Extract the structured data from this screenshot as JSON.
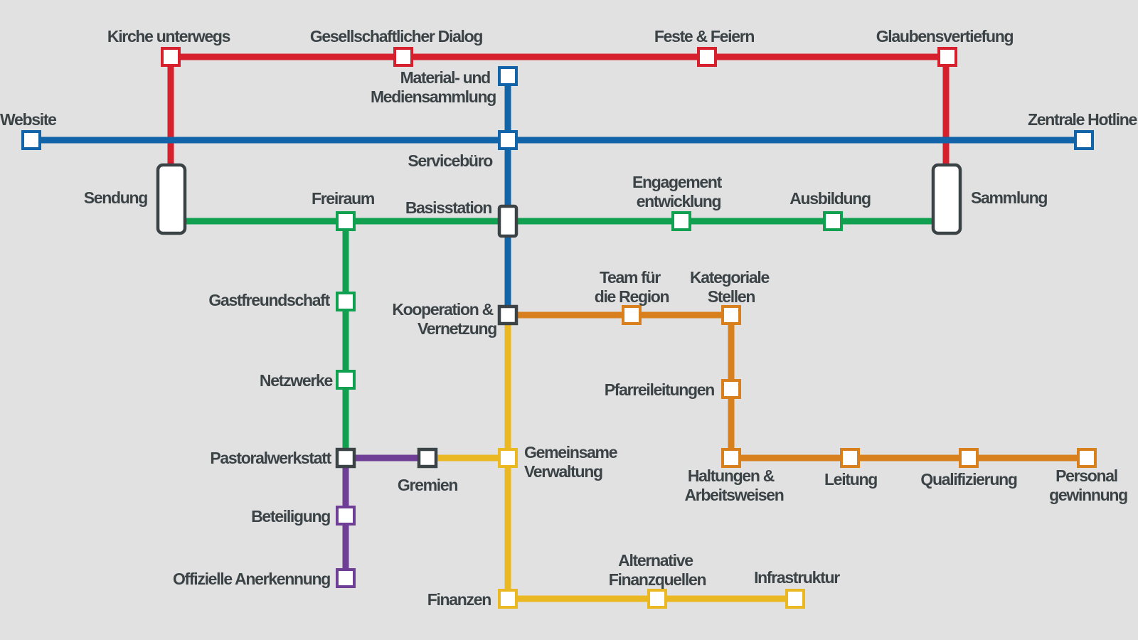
{
  "colors": {
    "background": "#e1e1e1",
    "red": "#d7202d",
    "blue": "#1264a9",
    "green": "#10a04f",
    "orange": "#d9801e",
    "yellow": "#e9b823",
    "purple": "#6f3f96",
    "hub": "#3b4346",
    "label": "#3b4346"
  },
  "stations": {
    "kirche_unterwegs": "Kirche unterwegs",
    "gesellschaftlicher_dialog": "Gesellschaftlicher Dialog",
    "feste_feiern": "Feste & Feiern",
    "glaubensvertiefung": "Glaubensvertiefung",
    "material": [
      "Material- und",
      "Mediensammlung"
    ],
    "website": "Website",
    "zentrale_hotline": "Zentrale Hotline",
    "servicebuero": "Servicebüro",
    "sendung": "Sendung",
    "freiraum": "Freiraum",
    "basisstation": "Basisstation",
    "engagement": [
      "Engagement",
      "entwicklung"
    ],
    "ausbildung": "Ausbildung",
    "sammlung": "Sammlung",
    "gastfreundschaft": "Gastfreundschaft",
    "kooperation": [
      "Kooperation &",
      "Vernetzung"
    ],
    "team": [
      "Team für",
      "die Region"
    ],
    "kategoriale": [
      "Kategoriale",
      "Stellen"
    ],
    "netzwerke": "Netzwerke",
    "pfarreileitungen": "Pfarreileitungen",
    "pastoralwerkstatt": "Pastoralwerkstatt",
    "gremien": "Gremien",
    "gemeinsame_verwaltung": [
      "Gemeinsame",
      "Verwaltung"
    ],
    "haltungen": [
      "Haltungen &",
      "Arbeitsweisen"
    ],
    "leitung": "Leitung",
    "qualifizierung": "Qualifizierung",
    "personal": [
      "Personal",
      "gewinnung"
    ],
    "beteiligung": "Beteiligung",
    "offizielle_anerkennung": "Offizielle Anerkennung",
    "alternative": [
      "Alternative",
      "Finanzquellen"
    ],
    "infrastruktur": "Infrastruktur",
    "finanzen": "Finanzen"
  }
}
